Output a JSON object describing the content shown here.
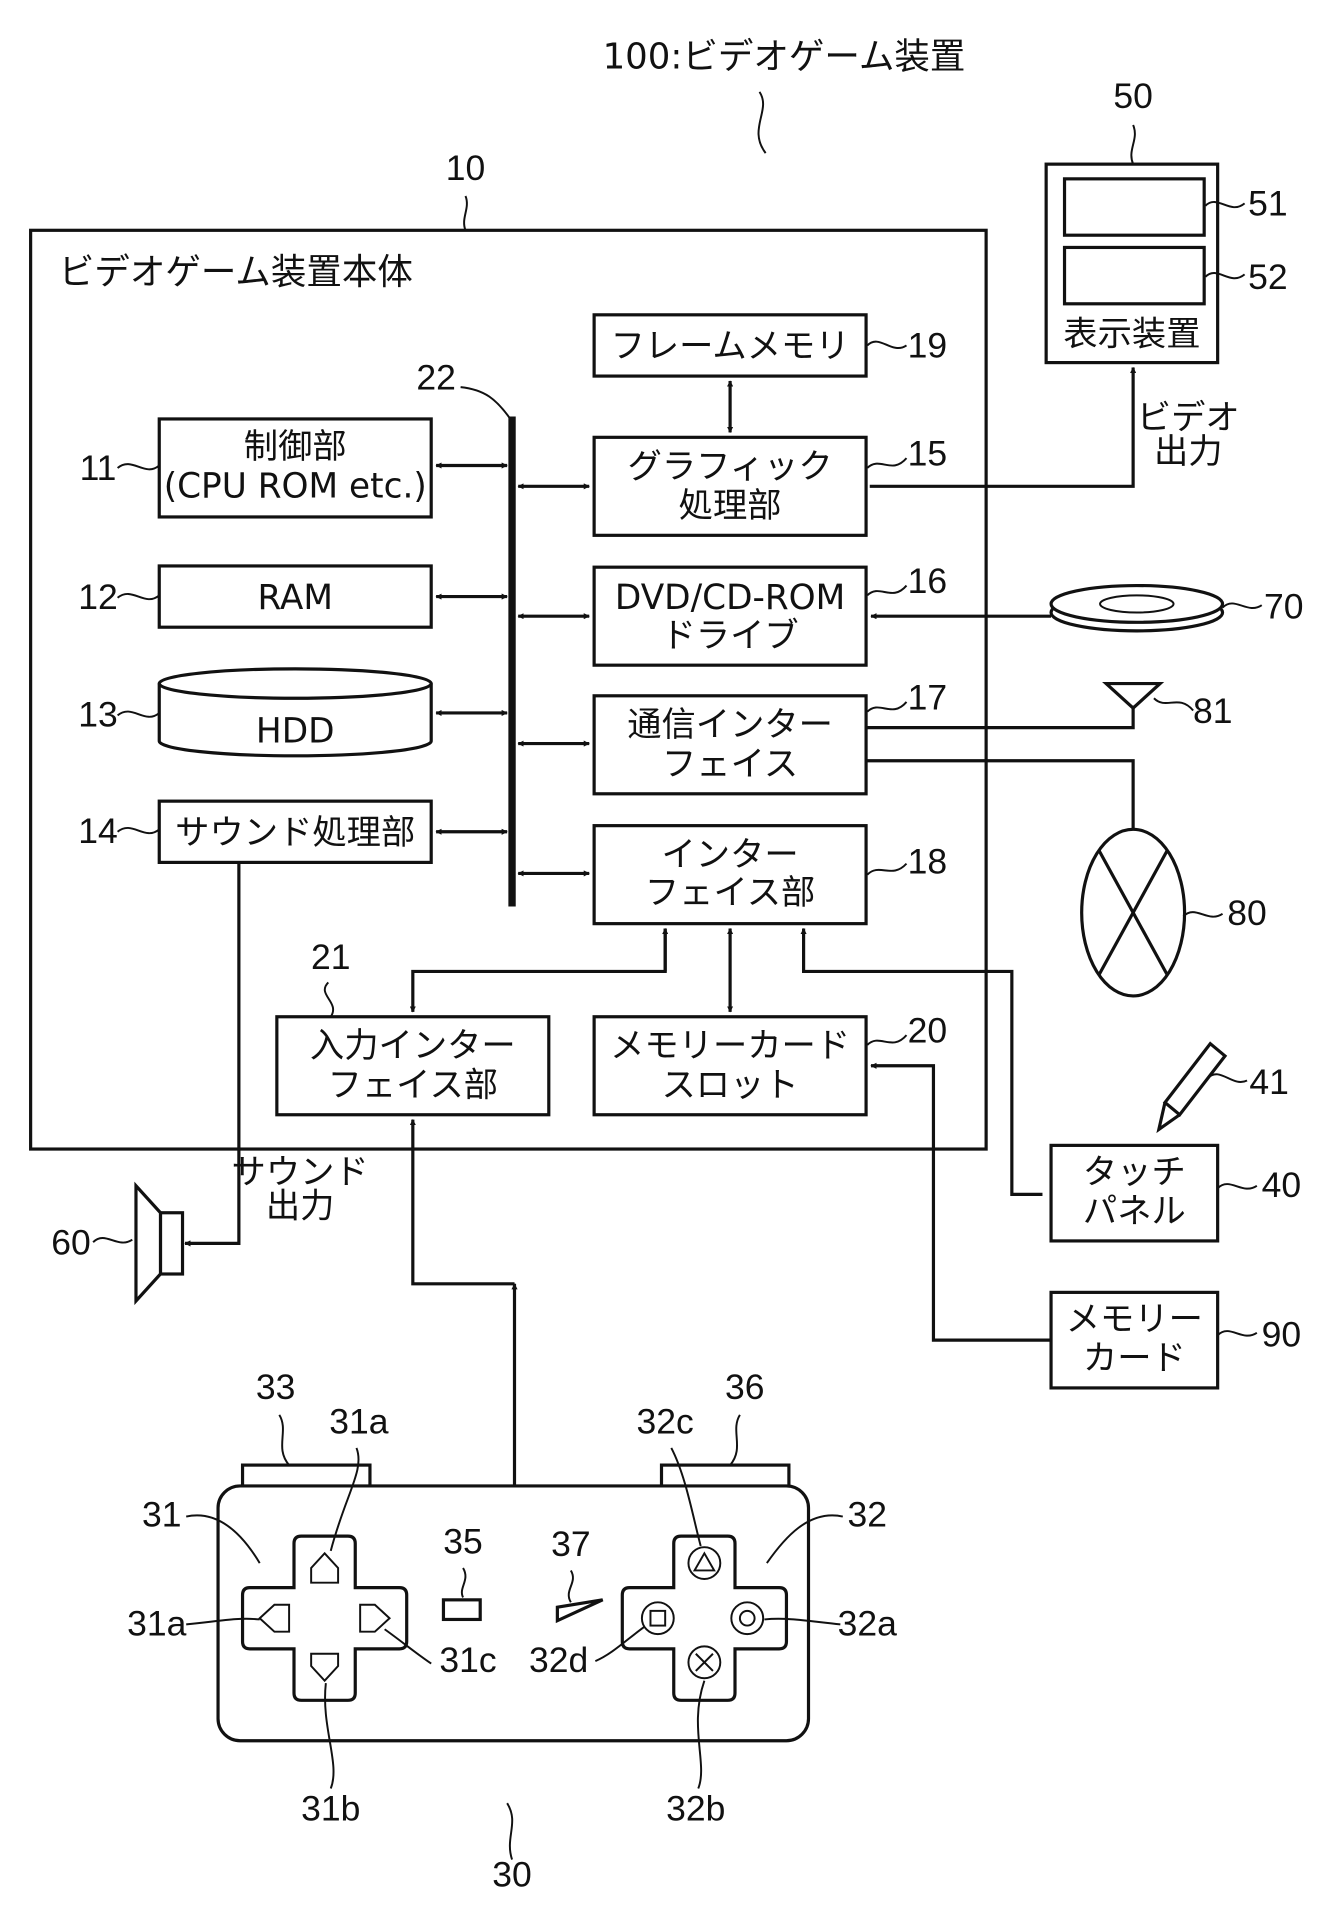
{
  "title": "100:ビデオゲーム装置",
  "main_body": {
    "number": "10",
    "label": "ビデオゲーム装置本体"
  },
  "bus": {
    "number": "22"
  },
  "blocks": {
    "control": {
      "number": "11",
      "line1": "制御部",
      "line2": "(CPU ROM etc.)"
    },
    "ram": {
      "number": "12",
      "line1": "RAM"
    },
    "hdd": {
      "number": "13",
      "line1": "HDD"
    },
    "sound": {
      "number": "14",
      "line1": "サウンド処理部"
    },
    "graphics": {
      "number": "15",
      "line1": "グラフィック",
      "line2": "処理部"
    },
    "drive": {
      "number": "16",
      "line1": "DVD/CD-ROM",
      "line2": "ドライブ"
    },
    "comm": {
      "number": "17",
      "line1": "通信インター",
      "line2": "フェイス"
    },
    "interface": {
      "number": "18",
      "line1": "インター",
      "line2": "フェイス部"
    },
    "frame_memory": {
      "number": "19",
      "line1": "フレームメモリ"
    },
    "card_slot": {
      "number": "20",
      "line1": "メモリーカード",
      "line2": "スロット"
    },
    "input_if": {
      "number": "21",
      "line1": "入力インター",
      "line2": "フェイス部"
    }
  },
  "display": {
    "number": "50",
    "screen1": "51",
    "screen2": "52",
    "label": "表示装置"
  },
  "video_out": {
    "line1": "ビデオ",
    "line2": "出力"
  },
  "disc": {
    "number": "70"
  },
  "antenna": {
    "number": "81"
  },
  "network": {
    "number": "80"
  },
  "sound_out": {
    "line1": "サウンド",
    "line2": "出力"
  },
  "speaker": {
    "number": "60"
  },
  "pen": {
    "number": "41"
  },
  "touch_panel": {
    "number": "40",
    "line1": "タッチ",
    "line2": "パネル"
  },
  "memory_card": {
    "number": "90",
    "line1": "メモリー",
    "line2": "カード"
  },
  "controller": {
    "number": "30",
    "l_button": "33",
    "r_button": "36",
    "dpad": "31",
    "dpad_up": "31a",
    "dpad_left": "31a",
    "dpad_right": "31c",
    "dpad_down": "31b",
    "select_button": "35",
    "start_button": "37",
    "buttons": "32",
    "triangle": "32c",
    "circle": "32a",
    "square": "32d",
    "cross": "32b"
  }
}
